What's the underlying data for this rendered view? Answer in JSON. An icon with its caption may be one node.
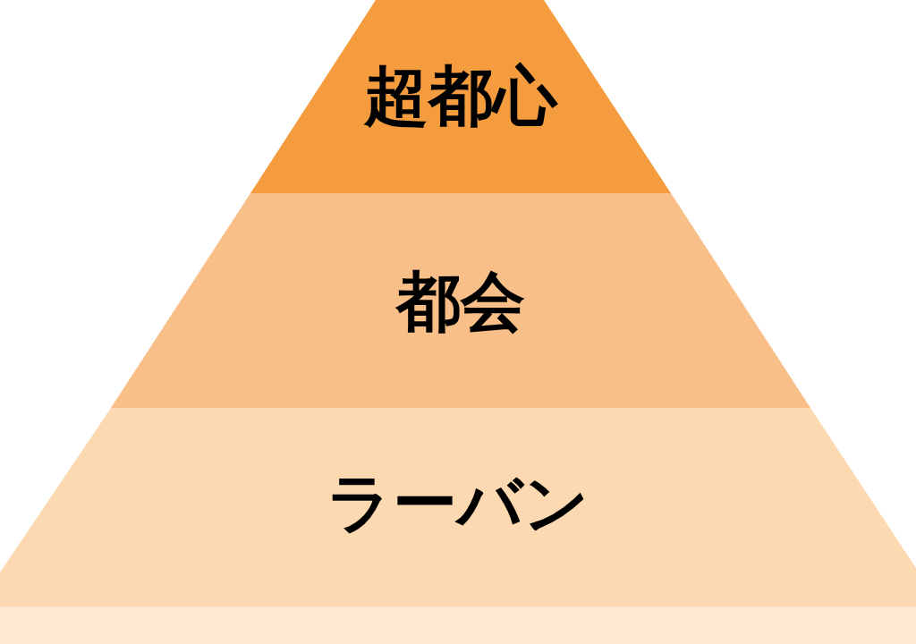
{
  "diagram": {
    "nodes": [
      {
        "text": [
          "超都心"
        ]
      },
      {
        "text": [
          "都会"
        ]
      },
      {
        "text": [
          "ラーバン"
        ]
      },
      {
        "text": [],
        "shape": "bar"
      }
    ]
  }
}
